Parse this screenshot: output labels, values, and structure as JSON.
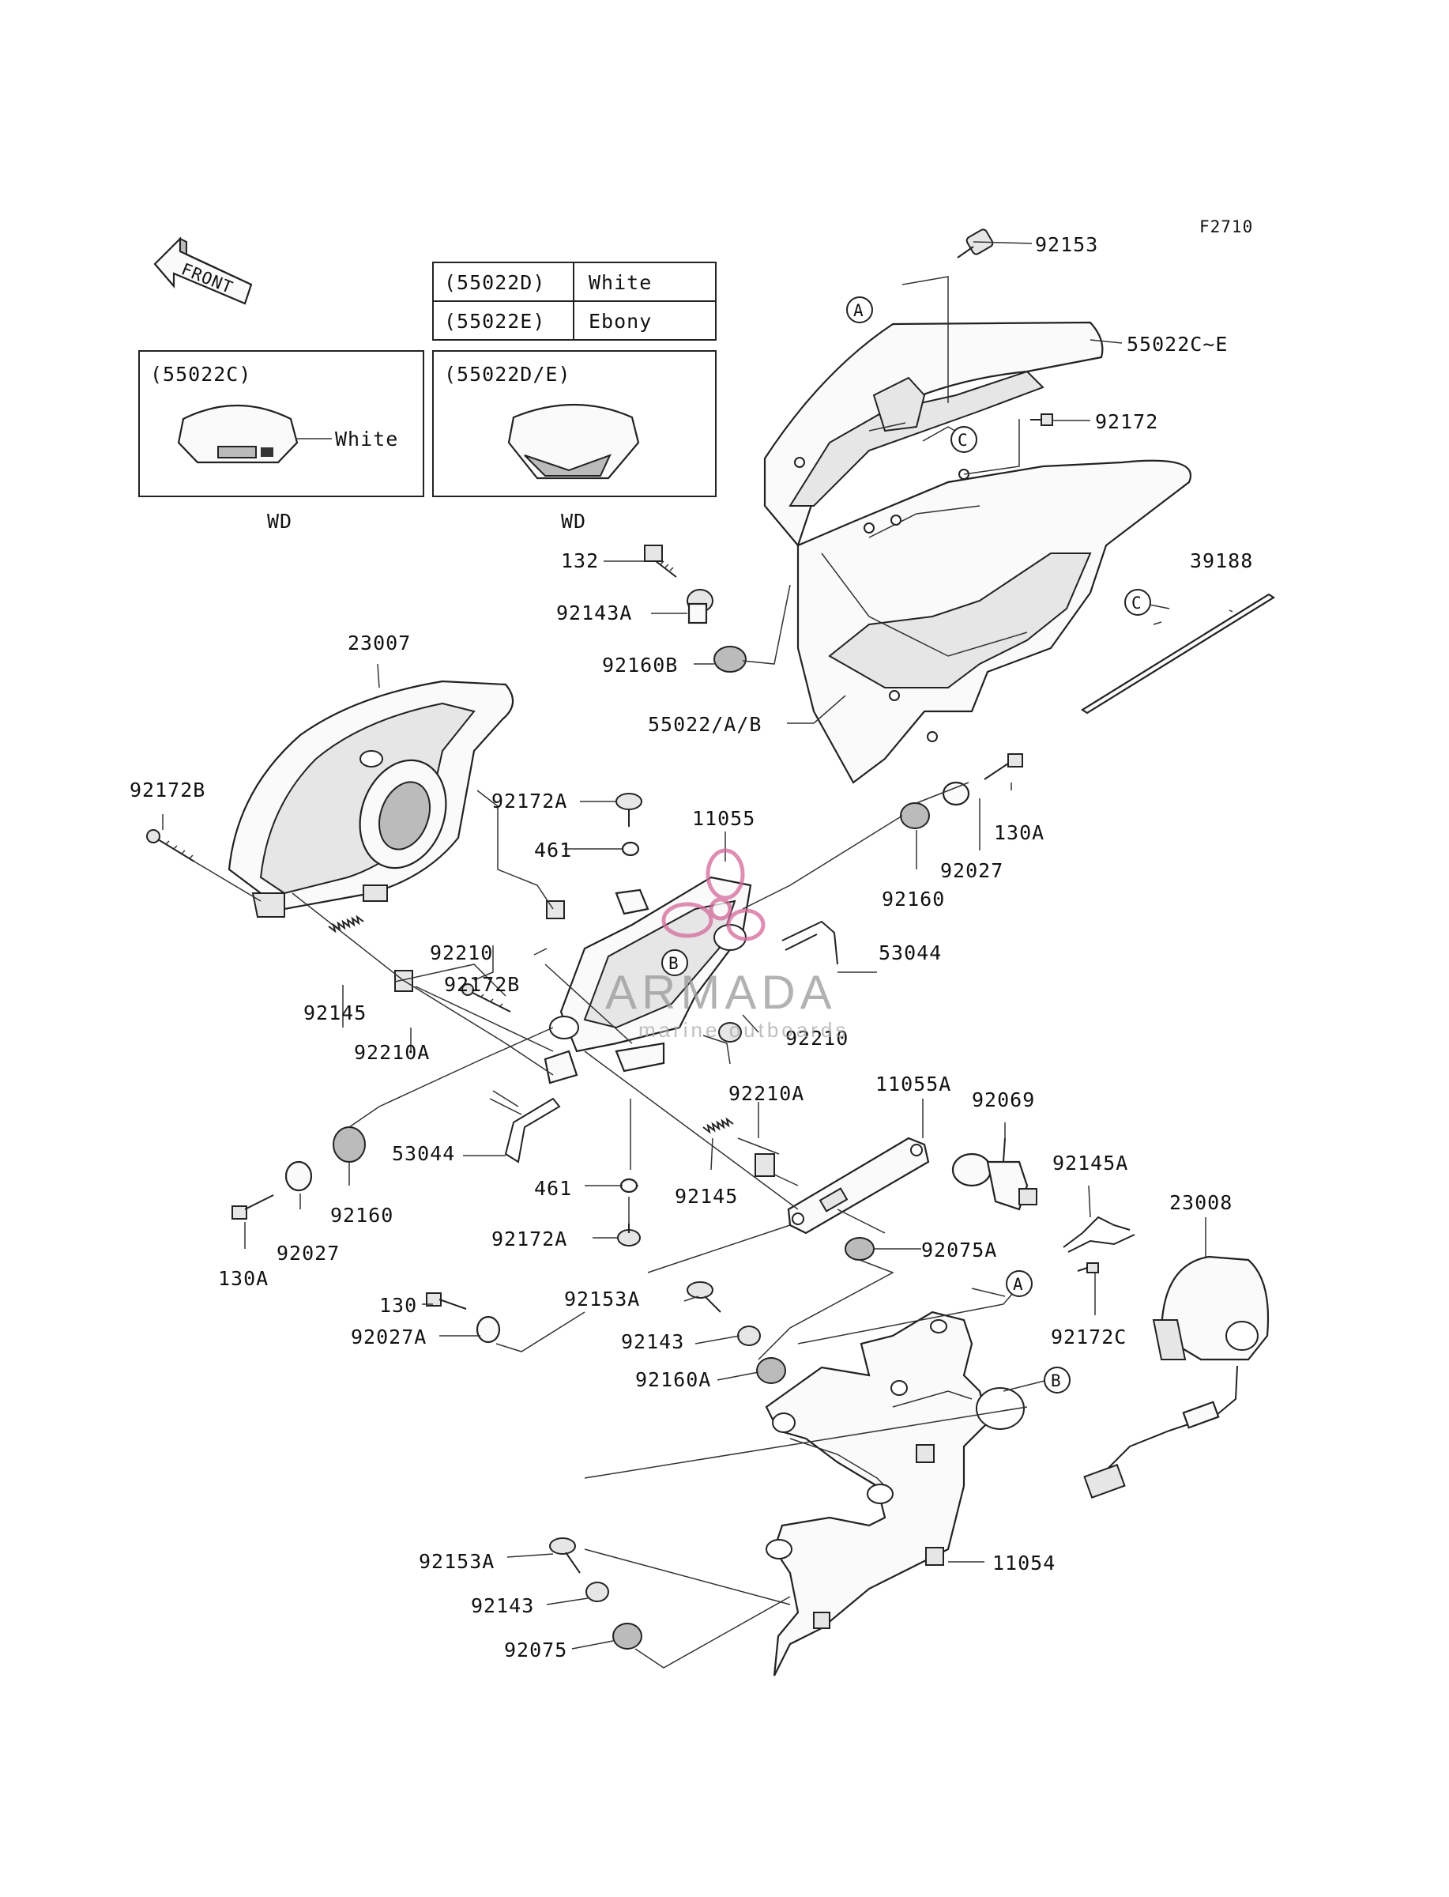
{
  "figure_code": "F2710",
  "front_label": "FRONT",
  "color_table": [
    {
      "part": "(55022D)",
      "color": "White"
    },
    {
      "part": "(55022E)",
      "color": "Ebony"
    }
  ],
  "insets": [
    {
      "title": "(55022C)",
      "note": "White",
      "caption": "WD"
    },
    {
      "title": "(55022D/E)",
      "caption": "WD"
    }
  ],
  "refs": {
    "a": "A",
    "b": "B",
    "c": "C"
  },
  "parts": {
    "p92153": "92153",
    "p55022CE": "55022C~E",
    "p92172": "92172",
    "p39188": "39188",
    "p132": "132",
    "p92143A": "92143A",
    "p92160B": "92160B",
    "p55022AB": "55022/A/B",
    "p23007": "23007",
    "p92172B_a": "92172B",
    "p92172A_a": "92172A",
    "p461_a": "461",
    "p11055": "11055",
    "p92210_a": "92210",
    "p92172B_b": "92172B",
    "p92145_a": "92145",
    "p92210A_a": "92210A",
    "p92160_a": "92160",
    "p92027_a": "92027",
    "p130A_a": "130A",
    "p53044_a": "53044",
    "p92210_b": "92210",
    "p53044_b": "53044",
    "p92160_b": "92160",
    "p92027_b": "92027",
    "p130A_b": "130A",
    "p461_b": "461",
    "p92172A_b": "92172A",
    "p92210A_b": "92210A",
    "p92145_b": "92145",
    "p11055A": "11055A",
    "p92069": "92069",
    "p92145A": "92145A",
    "p23008": "23008",
    "p92075A": "92075A",
    "p92172C": "92172C",
    "p130": "130",
    "p92027A": "92027A",
    "p92153A_a": "92153A",
    "p92143_a": "92143",
    "p92160A": "92160A",
    "p11054": "11054",
    "p92153A_b": "92153A",
    "p92143_b": "92143",
    "p92075": "92075"
  },
  "watermark": {
    "brand": "ARMADA",
    "sub": "marine outboards",
    "color": "#d4699a"
  }
}
